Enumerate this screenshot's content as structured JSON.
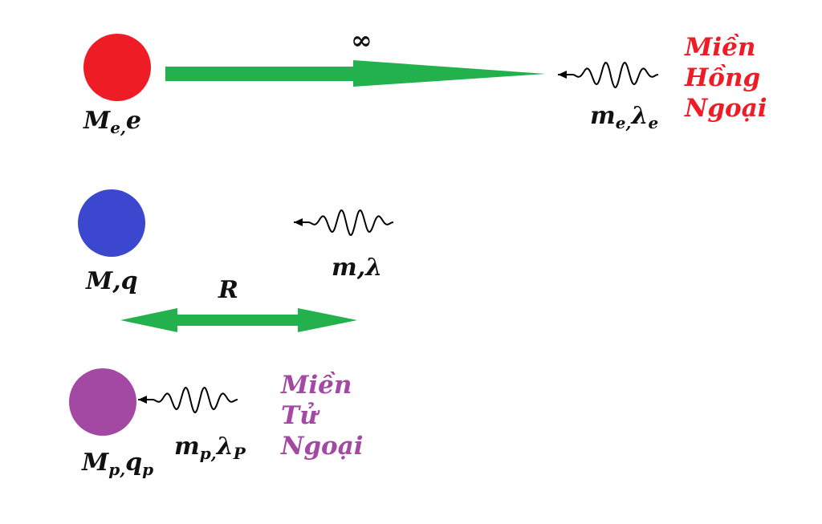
{
  "colors": {
    "electron": "#ee1c25",
    "neutral": "#3b47cf",
    "proton": "#a349a4",
    "arrow": "#22b14c",
    "infrared_text": "#ee1c25",
    "ultraviolet_text": "#a349a4",
    "label_text": "#111111"
  },
  "top": {
    "body_label": {
      "base": "M",
      "sub": "e,",
      "tail": "e"
    },
    "wave_label": {
      "base": "m",
      "sub": "e,",
      "tail": "λ",
      "tail_sub": "e"
    },
    "infinity": "∞"
  },
  "middle": {
    "body_label": "M,q",
    "wave_label": "m,λ",
    "distance": "R"
  },
  "bottom": {
    "body_label": {
      "base": "M",
      "sub": "p,",
      "tail": "q",
      "tail_sub": "p"
    },
    "wave_label": {
      "base": "m",
      "sub": "p,",
      "tail": "λ",
      "tail_sub": "P"
    }
  },
  "regions": {
    "infrared": [
      "Miền",
      "Hồng",
      "Ngoại"
    ],
    "ultraviolet": [
      "Miền",
      "Tử",
      "Ngoại"
    ]
  }
}
